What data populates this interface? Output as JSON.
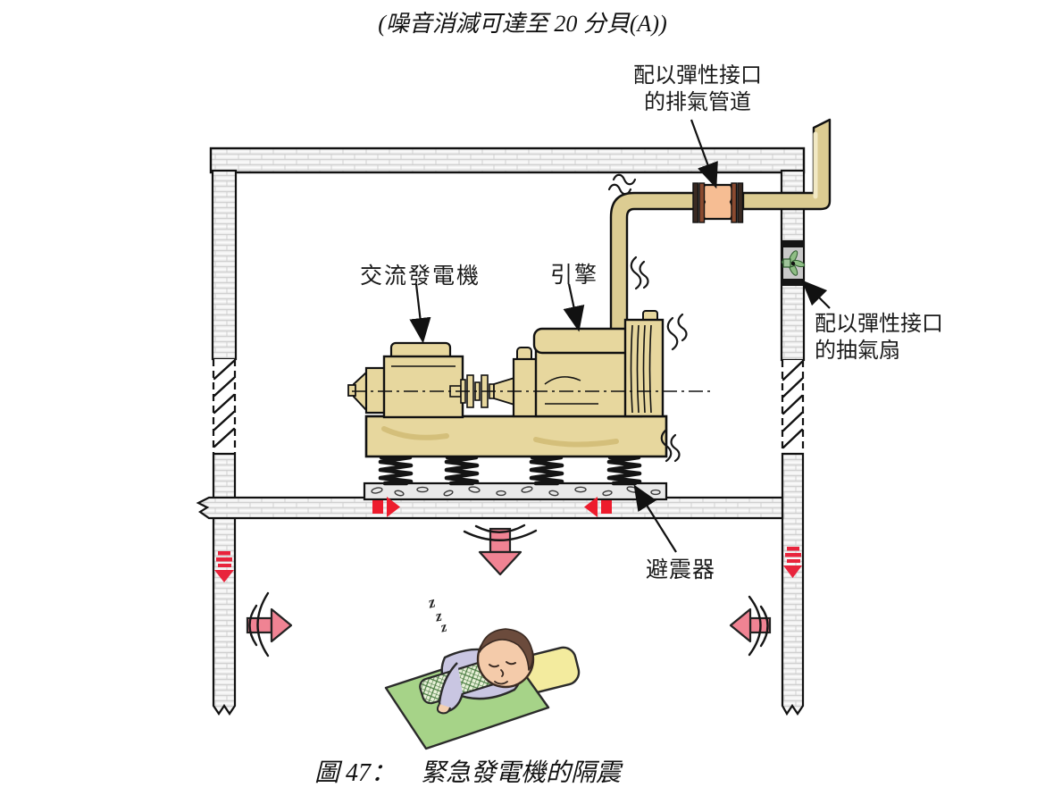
{
  "figure": {
    "note_top": "(噪音消減可達至 20 分貝(A))",
    "caption_no": "圖 47：",
    "caption_title": "緊急發電機的隔震"
  },
  "labels": {
    "exhaust_duct": {
      "line1": "配以彈性接口",
      "line2": "的排氣管道"
    },
    "alternator": "交流發電機",
    "engine": "引擎",
    "exhaust_fan": {
      "line1": "配以彈性接口",
      "line2": "的抽氣扇"
    },
    "isolator": "避震器"
  },
  "sleep_zs": [
    "z",
    "z",
    "z"
  ],
  "colors": {
    "machine_tan": "#e7d79e",
    "pipe_tan": "#dccc92",
    "flex_joint_orange": "#f6bd93",
    "flange_brown": "#8a4a30",
    "vibration_red": "#ed1c2d",
    "attenuated_pink": "#f28a99",
    "fan_green": "#86b47e",
    "wall_grey": "#ebebeb",
    "blanket_green": "#a6d388",
    "pillow_yellow": "#f3eb9e",
    "shirt_purple": "#c9c6e2"
  }
}
